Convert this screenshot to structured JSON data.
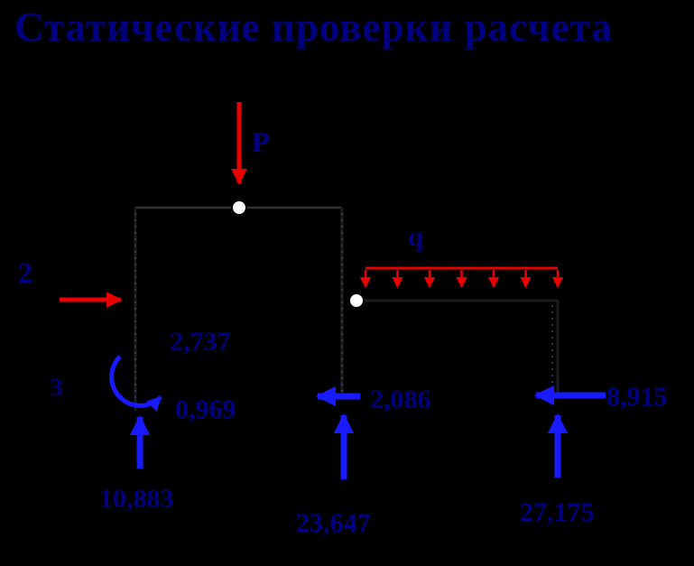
{
  "window": {
    "title": "Статические проверки расчета"
  },
  "colors": {
    "background": "#000000",
    "title_text": "#000080",
    "label_text": "#000080",
    "load_arrows": "#e80000",
    "reaction_arrows": "#1a1aff",
    "hinge_fill": "#ffffff"
  },
  "diagram": {
    "loads": {
      "top_force_label": "P",
      "left_force_label": "2",
      "distributed_load_label": "q"
    },
    "support_label": "3",
    "reactions": {
      "shear_left": "2,737",
      "moment_left": "0,969",
      "vertical_left": "10,883",
      "horizontal_mid": "2,086",
      "vertical_mid": "23,647",
      "horizontal_right": "8,915",
      "vertical_right": "27,175"
    }
  }
}
